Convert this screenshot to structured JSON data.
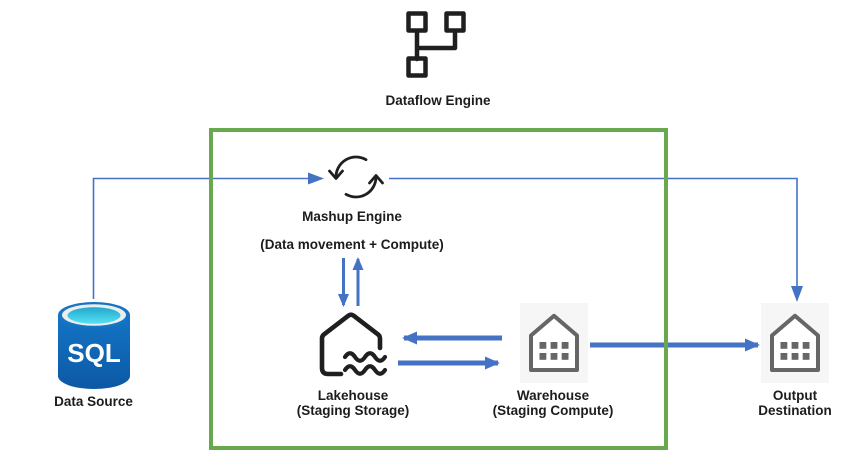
{
  "title": "Dataflow Engine",
  "nodes": {
    "mashup_engine": {
      "label": "Mashup Engine",
      "sublabel": "(Data movement + Compute)"
    },
    "lakehouse": {
      "label": "Lakehouse",
      "sublabel": "(Staging Storage)"
    },
    "warehouse": {
      "label": "Warehouse",
      "sublabel": "(Staging Compute)"
    },
    "data_source": {
      "label": "Data Source",
      "badge": "SQL"
    },
    "output_destination": {
      "label": "Output",
      "sublabel": "Destination"
    }
  },
  "colors": {
    "arrow_blue": "#4472C4",
    "boundary_green": "#6AA84F",
    "icon_ink": "#1F1F1F",
    "house_gray": "#666666",
    "node_bg": "#F6F6F6",
    "label_ink": "#1C1C1C",
    "sql_ring": "#1474C6",
    "sql_rim": "#EDEDEB",
    "sql_body_top": "#1474C6",
    "sql_body_bottom": "#0C59A4",
    "water_top": "#22A8CC",
    "water_bottom": "#55E1F5"
  }
}
